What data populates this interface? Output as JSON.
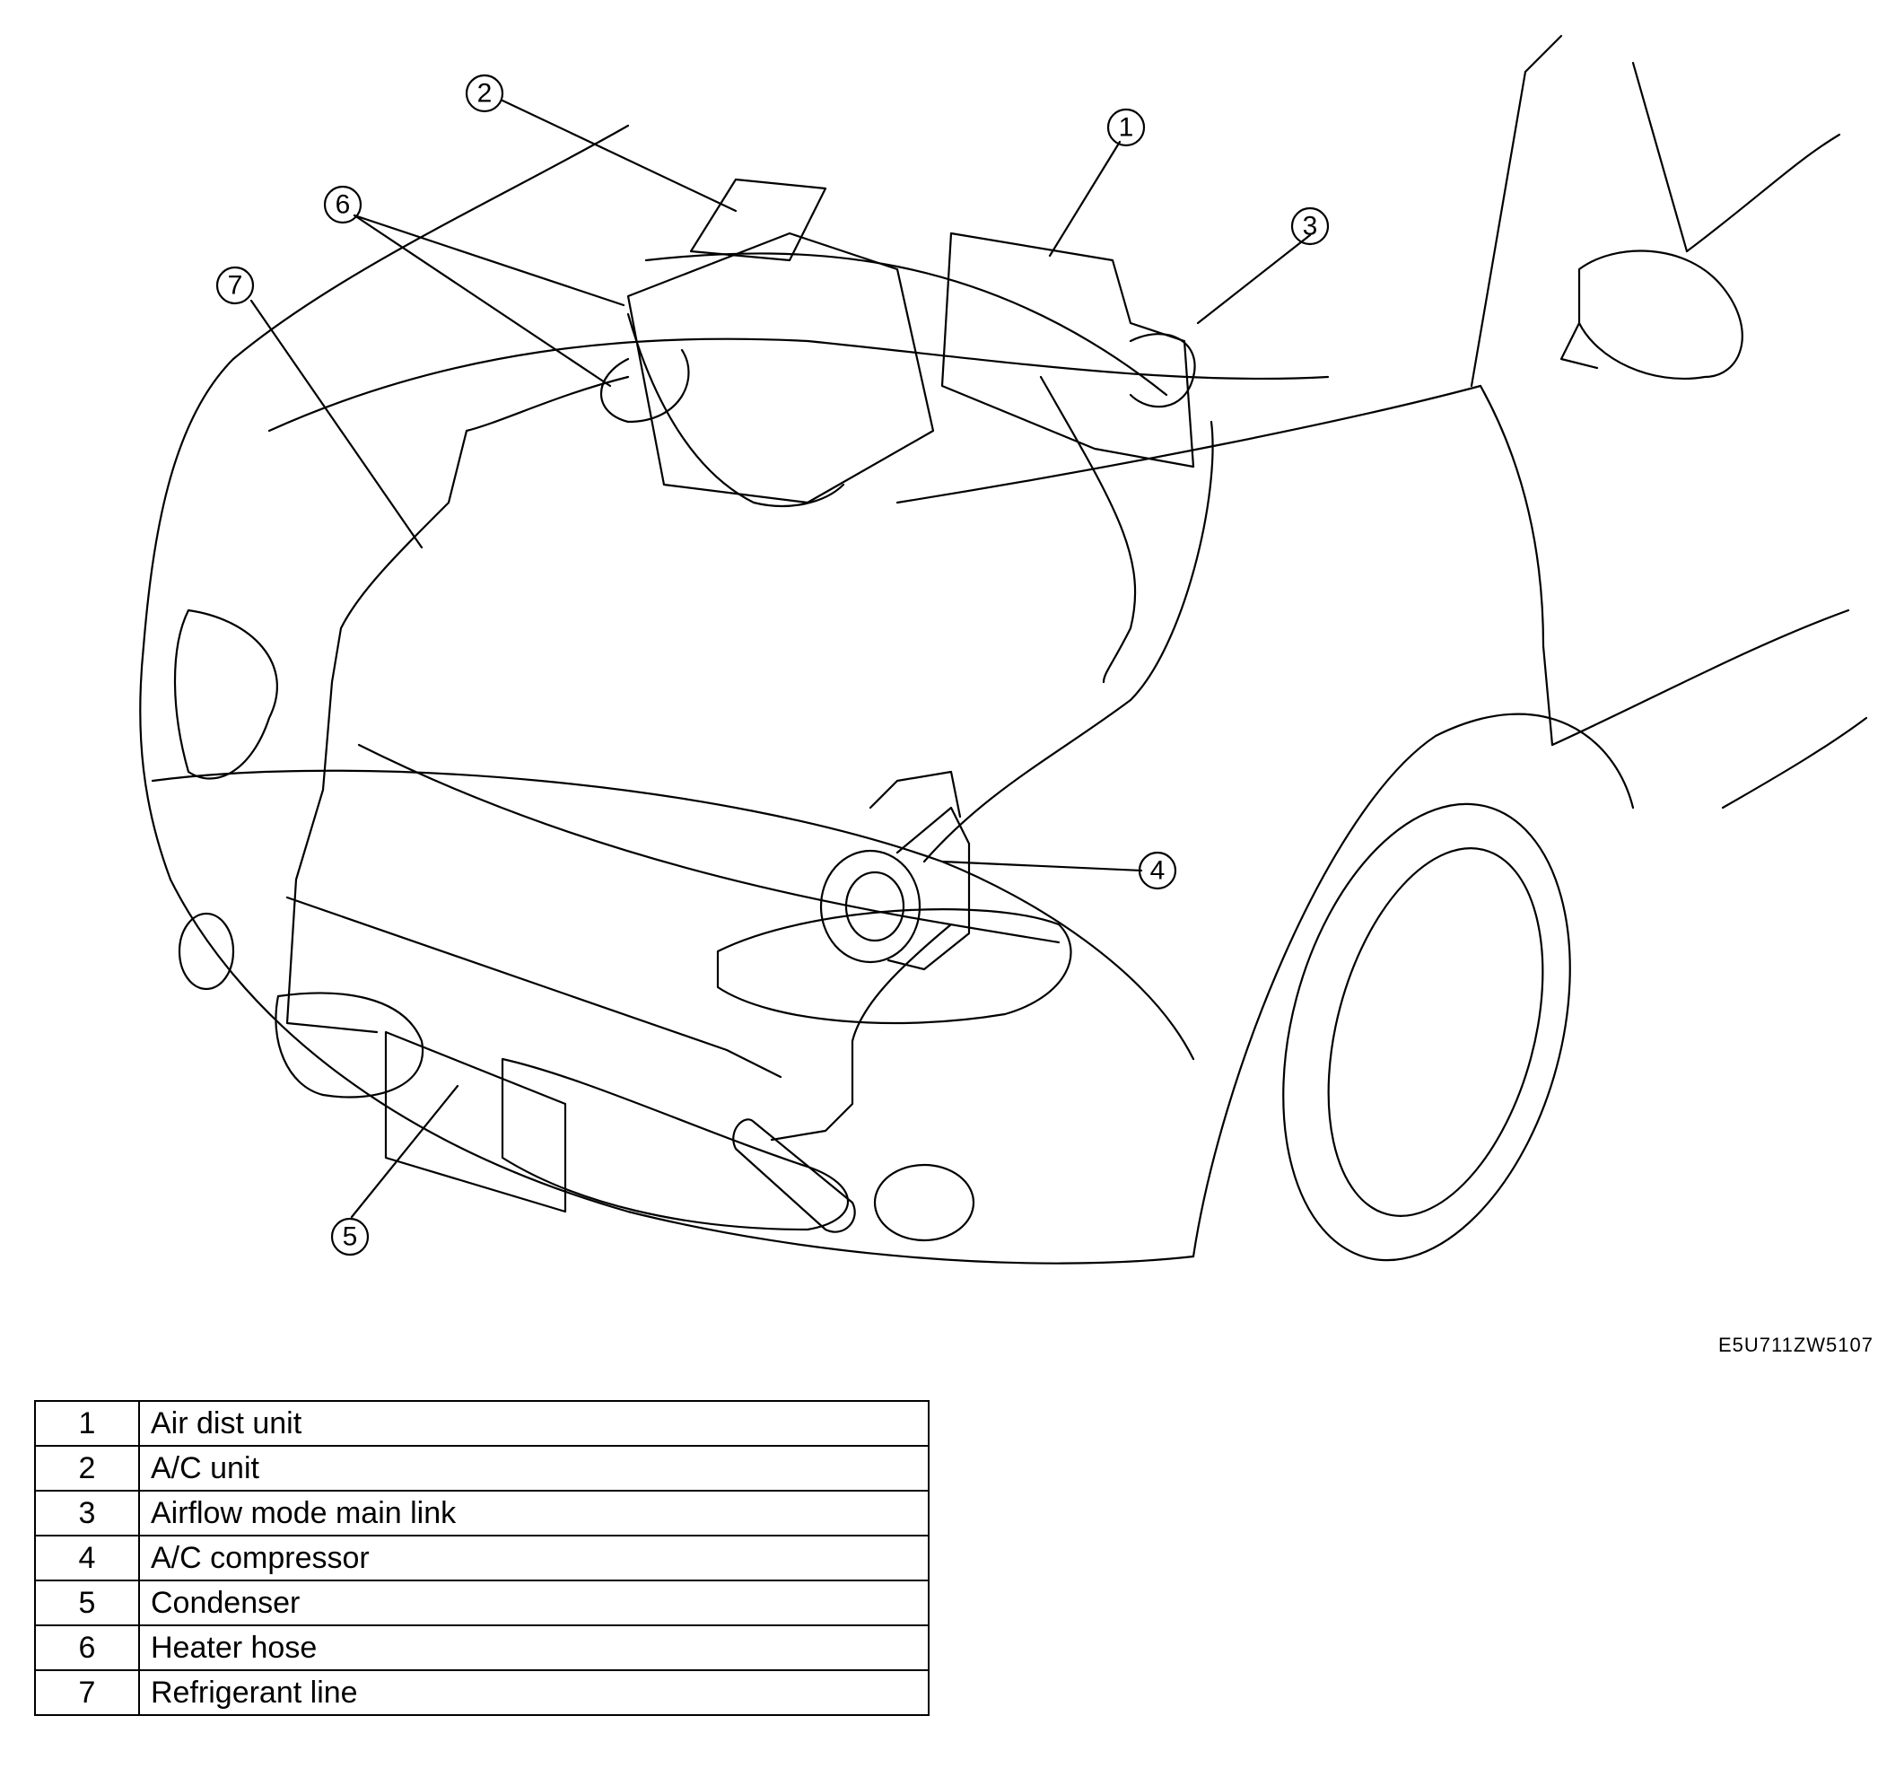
{
  "figure_code": "E5U711ZW5107",
  "callouts": [
    "1",
    "2",
    "3",
    "4",
    "5",
    "6",
    "7"
  ],
  "legend": [
    {
      "num": "1",
      "name": "Air dist unit"
    },
    {
      "num": "2",
      "name": "A/C unit"
    },
    {
      "num": "3",
      "name": "Airflow mode main link"
    },
    {
      "num": "4",
      "name": "A/C compressor"
    },
    {
      "num": "5",
      "name": "Condenser"
    },
    {
      "num": "6",
      "name": "Heater hose"
    },
    {
      "num": "7",
      "name": "Refrigerant line"
    }
  ]
}
